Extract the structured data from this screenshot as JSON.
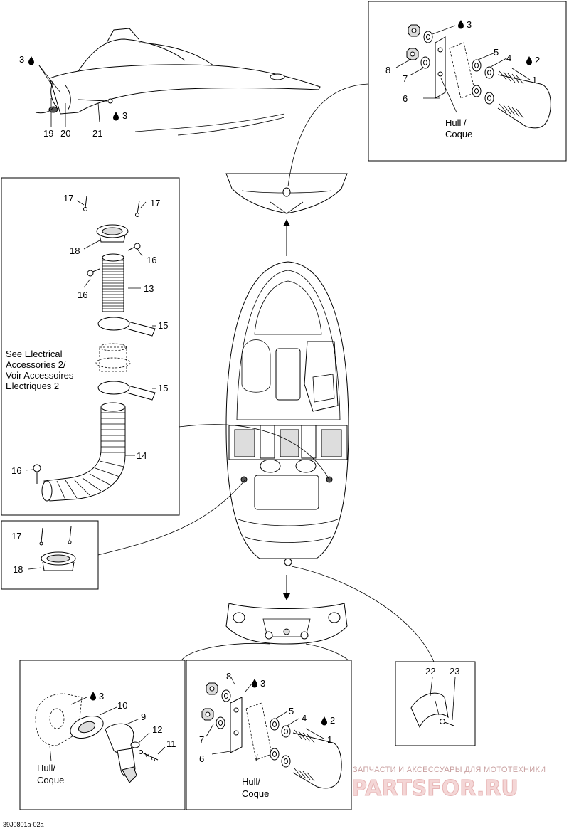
{
  "callouts": {
    "c1": "1",
    "c2": "2",
    "c3": "3",
    "c4": "4",
    "c5": "5",
    "c6": "6",
    "c7": "7",
    "c8": "8",
    "c9": "9",
    "c10": "10",
    "c11": "11",
    "c12": "12",
    "c13": "13",
    "c14": "14",
    "c15": "15",
    "c16": "16",
    "c17": "17",
    "c18": "18",
    "c19": "19",
    "c20": "20",
    "c21": "21",
    "c22": "22",
    "c23": "23"
  },
  "labels": {
    "hull_coque_line1": "Hull /",
    "hull_coque_line2": "Coque",
    "hull_coque_b_line1": "Hull/",
    "hull_coque_b_line2": "Coque",
    "see_electrical": [
      "See Electrical",
      "Accessories 2/",
      "Voir Accessoires",
      "Electriques 2"
    ]
  },
  "footer": {
    "diagram_code": "39J0801a-02a"
  },
  "watermark": {
    "tagline": "ЗАПЧАСТИ И АКСЕССУАРЫ ДЛЯ МОТОТЕХНИКИ",
    "logo": "PARTSFOR.RU"
  },
  "icons": [
    "drop-icon"
  ],
  "colors": {
    "line": "#000000",
    "watermark": "#c9a0a0"
  }
}
